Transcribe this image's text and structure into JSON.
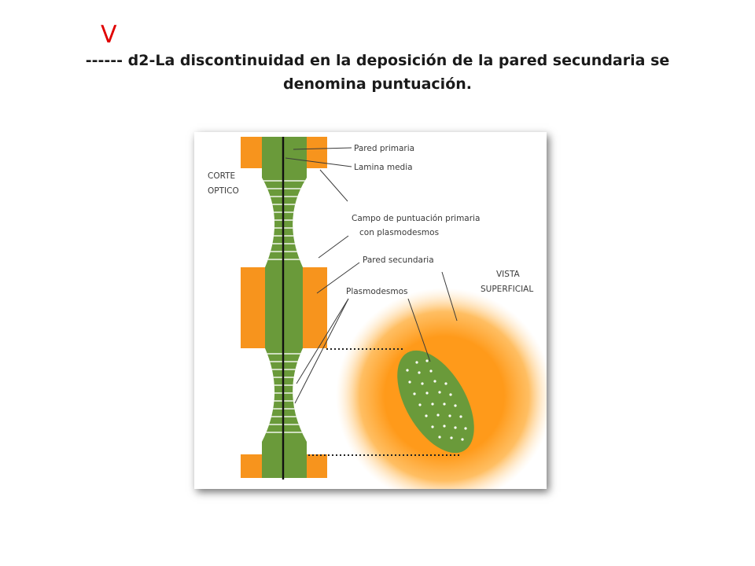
{
  "slide": {
    "answer_mark": "V",
    "title_line1": "------ d2-La discontinuidad en la deposición de la pared secundaria se",
    "title_line2": "denomina puntuación."
  },
  "diagram": {
    "labels": {
      "corte_line1": "CORTE",
      "corte_line2": "OPTICO",
      "pared_primaria": "Pared primaria",
      "lamina_media": "Lamina media",
      "campo_line1": "Campo de puntuación primaria",
      "campo_line2": "con plasmodesmos",
      "pared_secundaria": "Pared secundaria",
      "plasmodesmos": "Plasmodesmos",
      "vista_line1": "VISTA",
      "vista_line2": "SUPERFICIAL"
    },
    "colors": {
      "secondary_wall": "#f7941d",
      "primary_wall": "#6a9a3a",
      "middle_lamella": "#111111",
      "glow": "#ff9a1a",
      "pit_field": "#6a9a3a"
    }
  }
}
